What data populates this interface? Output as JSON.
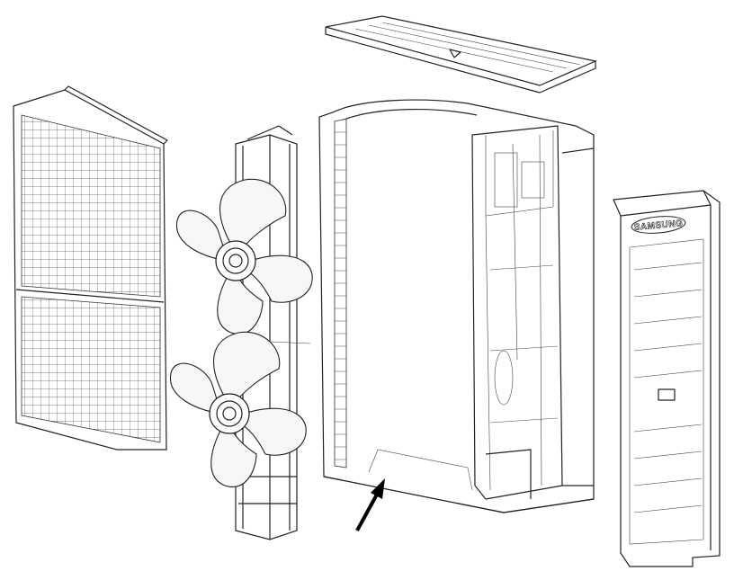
{
  "diagram": {
    "type": "exploded-view",
    "parts": [
      {
        "id": "rear-grille-panel"
      },
      {
        "id": "fan-motor-bracket"
      },
      {
        "id": "upper-fan"
      },
      {
        "id": "lower-fan"
      },
      {
        "id": "top-cover"
      },
      {
        "id": "main-cabinet"
      },
      {
        "id": "base-pipe"
      },
      {
        "id": "front-panel"
      }
    ],
    "logo_text": "SAMSUNG",
    "colors": {
      "line": "#222222",
      "background": "#ffffff"
    }
  }
}
